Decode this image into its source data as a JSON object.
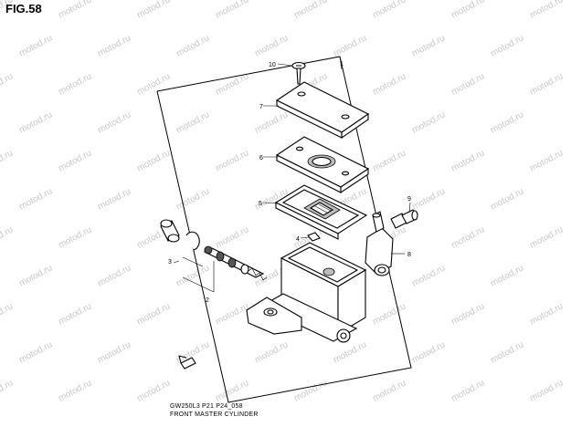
{
  "figure": {
    "title": "FIG.58",
    "caption_code": "GW250L3 P21 P24_058",
    "caption_name": "FRONT MASTER CYLINDER"
  },
  "watermark": {
    "text": "motod.ru",
    "color": "#c9c9c9"
  },
  "callouts": {
    "c1": "1",
    "c2": "2",
    "c3": "3",
    "c4": "4",
    "c5": "5",
    "c6": "6",
    "c7": "7",
    "c8": "8",
    "c9": "9",
    "c10": "10"
  },
  "colors": {
    "line": "#000000",
    "background": "#ffffff"
  }
}
